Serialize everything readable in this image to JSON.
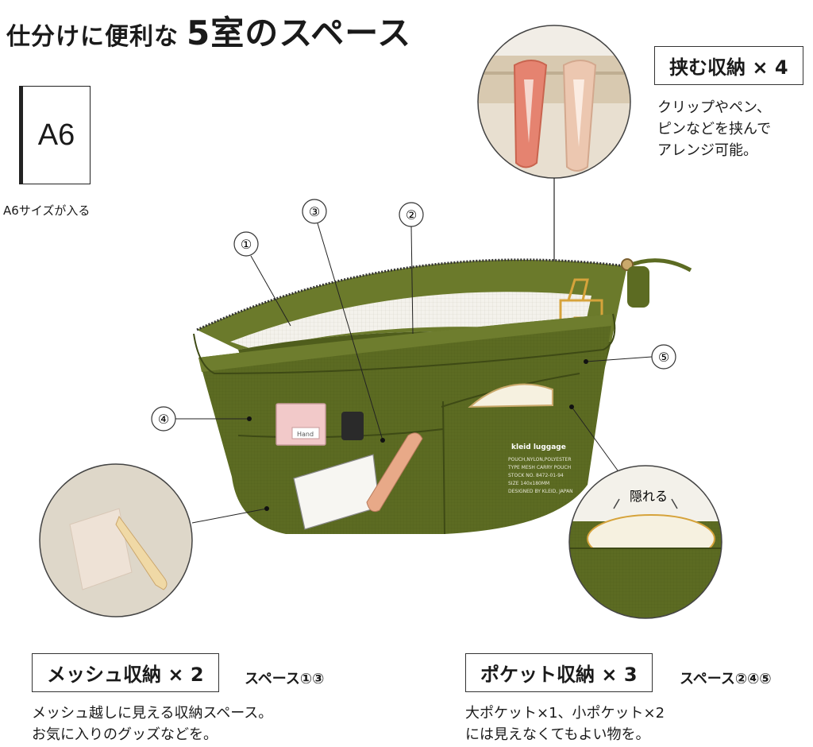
{
  "heading": {
    "prefix": "仕分けに便利な",
    "emphasis": "5室のスペース"
  },
  "a6": {
    "box_label": "A6",
    "caption": "A6サイズが入る"
  },
  "clip_callout": {
    "title": "挟む収納 × 4",
    "lines": [
      "クリップやペン、",
      "ピンなどを挟んで",
      "アレンジ可能。"
    ]
  },
  "mesh_callout": {
    "title": "メッシュ収納 × 2",
    "spaces": "スペース①③",
    "lines": [
      "メッシュ越しに見える収納スペース。",
      "お気に入りのグッズなどを。"
    ]
  },
  "pocket_callout": {
    "title": "ポケット収納 × 3",
    "spaces": "スペース②④⑤",
    "lines": [
      "大ポケット×1、小ポケット×2",
      "には見えなくてもよい物を。"
    ]
  },
  "hidden_label": "隠れる",
  "markers": [
    "①",
    "②",
    "③",
    "④",
    "⑤"
  ],
  "product": {
    "brand": "kleid luggage",
    "tag_lines": [
      "POUCH,NYLON,POLYESTER",
      "TYPE MESH CARRY POUCH",
      "STOCK NO. 8472-01-94",
      "SIZE 140x180MM",
      "DESIGNED BY KLEID, JAPAN"
    ],
    "hand_cream_label": "Hand"
  },
  "colors": {
    "olive": "#5c6b22",
    "olive_dark": "#44511a",
    "mesh": "#f3f1ea",
    "beige": "#e4d8c6"
  }
}
